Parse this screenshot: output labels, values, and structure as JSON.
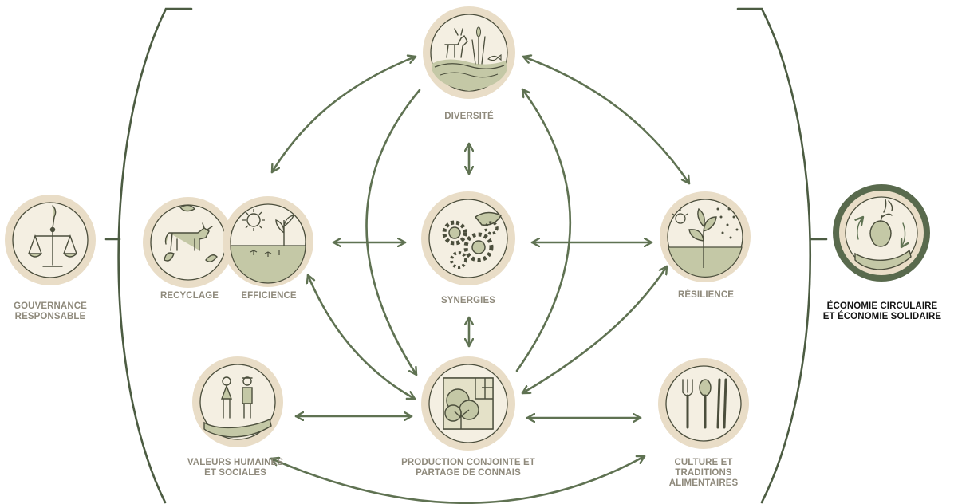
{
  "colors": {
    "arrow": "#5f7252",
    "bracket": "#4c5c42",
    "ring": "#e9ddc7",
    "fill": "#f4efe2",
    "ground": "#c4c8a6",
    "ink": "#4b4e3c",
    "label": "#8f8a7c",
    "label_dark": "#151515",
    "ring_dark": "#596a4d"
  },
  "nodes": [
    {
      "id": "diversite",
      "lines": [
        "DIVERSITÉ"
      ],
      "icon": "goat-bird-wetland-icon"
    },
    {
      "id": "synergies",
      "lines": [
        "SYNERGIES"
      ],
      "icon": "gears-icon"
    },
    {
      "id": "recyclage",
      "lines": [
        "RECYCLAGE"
      ],
      "icon": "cow-leaves-icon"
    },
    {
      "id": "efficience",
      "lines": [
        "EFFICIENCE"
      ],
      "icon": "sun-seedlings-icon"
    },
    {
      "id": "resilience",
      "lines": [
        "RÉSILIENCE"
      ],
      "icon": "sun-rain-plant-icon"
    },
    {
      "id": "valeurs",
      "lines": [
        "VALEURS HUMAINES",
        "ET SOCIALES"
      ],
      "icon": "people-in-hand-icon"
    },
    {
      "id": "production",
      "lines": [
        "PRODUCTION CONJOINTE ET",
        "PARTAGE DE CONNAIS"
      ],
      "icon": "tree-window-icon"
    },
    {
      "id": "culture",
      "lines": [
        "CULTURE ET",
        "TRADITIONS",
        "ALIMENTAIRES"
      ],
      "icon": "fork-spoon-chopsticks-icon"
    },
    {
      "id": "gouvernance",
      "lines": [
        "GOUVERNANCE",
        "RESPONSABLE"
      ],
      "icon": "balance-scale-icon"
    },
    {
      "id": "economie",
      "lines": [
        "ÉCONOMIE CIRCULAIRE",
        "ET ÉCONOMIE SOLIDAIRE"
      ],
      "icon": "apple-cycle-hand-icon"
    }
  ]
}
